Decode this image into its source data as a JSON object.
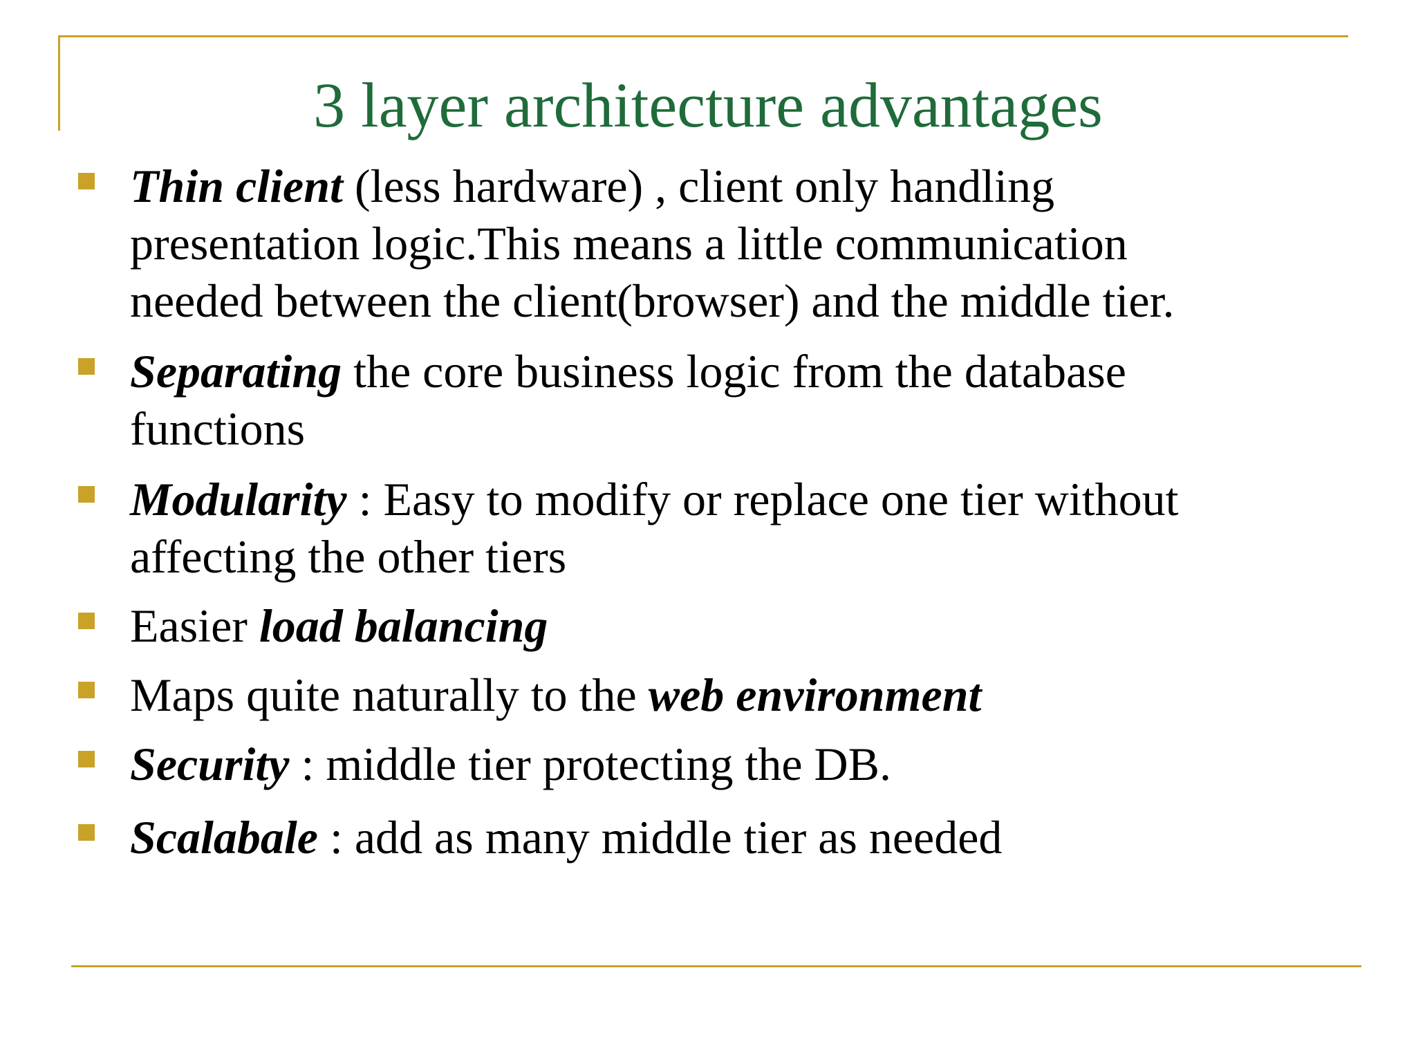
{
  "colors": {
    "rule": "#c9a227",
    "title": "#1f6b3a",
    "bullet_marker": "#c9a227",
    "text": "#000000"
  },
  "title": "3 layer architecture advantages",
  "bullets": [
    {
      "lines": [
        [
          {
            "text": "Thin  client",
            "em": true
          },
          {
            "text": " (less hardware) , client only handling"
          }
        ],
        [
          {
            "text": "presentation logic.This means a little communication"
          }
        ],
        [
          {
            "text": "needed between the client(browser) and the middle tier."
          }
        ]
      ]
    },
    {
      "lines": [
        [
          {
            "text": "Separating",
            "em": true
          },
          {
            "text": " the core business logic from the database"
          }
        ],
        [
          {
            "text": "functions"
          }
        ]
      ]
    },
    {
      "lines": [
        [
          {
            "text": "Modularity",
            "em": true
          },
          {
            "text": " : Easy to modify or  replace one tier without"
          }
        ],
        [
          {
            "text": "affecting the other tiers"
          }
        ]
      ]
    },
    {
      "lines": [
        [
          {
            "text": "Easier "
          },
          {
            "text": "load balancing",
            "em": true
          }
        ]
      ]
    },
    {
      "lines": [
        [
          {
            "text": "Maps quite naturally to the "
          },
          {
            "text": "web environment",
            "em": true
          }
        ]
      ]
    },
    {
      "lines": [
        [
          {
            "text": "Security",
            "em": true
          },
          {
            "text": " : middle tier protecting the DB."
          }
        ]
      ]
    },
    {
      "lines": [
        [
          {
            "text": "Scalabale",
            "em": true
          },
          {
            "text": " : add as many middle tier as needed"
          }
        ]
      ]
    }
  ]
}
